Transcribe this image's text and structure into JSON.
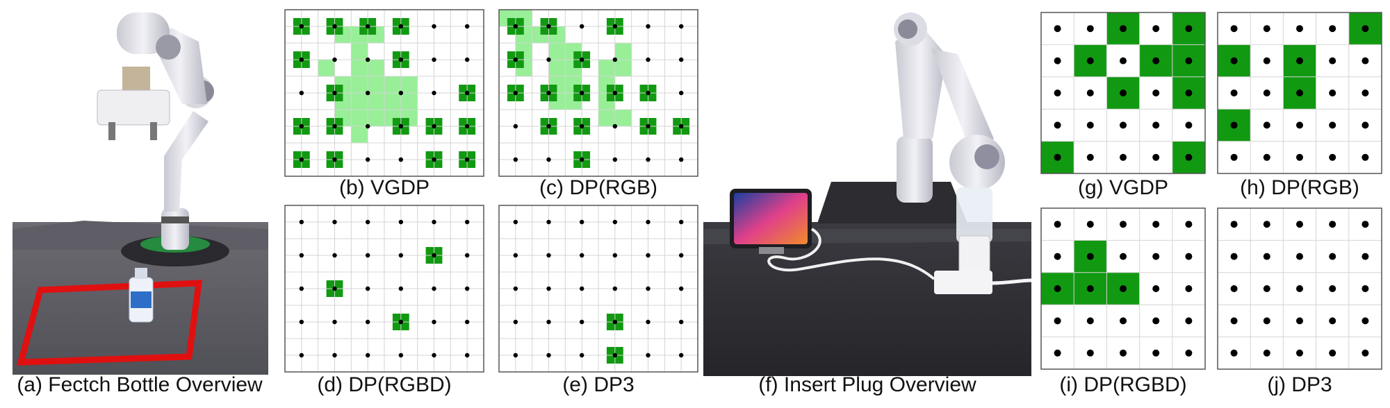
{
  "captions": {
    "a": "(a) Fectch Bottle Overview",
    "b": "(b) VGDP",
    "c": "(c) DP(RGB)",
    "d": "(d) DP(RGBD)",
    "e": "(e) DP3",
    "f": "(f) Insert Plug Overview",
    "g": "(g) VGDP",
    "h": "(h) DP(RGB)",
    "i": "(i) DP(RGBD)",
    "j": "(j) DP3"
  },
  "colors": {
    "success": "#129912",
    "trajectory": "#98ef98",
    "gridline": "#d4d4d4",
    "border": "#555555",
    "dot": "#000000",
    "workspace_box": "#e01010"
  },
  "fetch_grids": {
    "rows": 5,
    "cols": 6,
    "panels": [
      {
        "id": "b",
        "success": [
          [
            0,
            0
          ],
          [
            0,
            1
          ],
          [
            0,
            2
          ],
          [
            0,
            3
          ],
          [
            1,
            0
          ],
          [
            1,
            3
          ],
          [
            2,
            1
          ],
          [
            2,
            5
          ],
          [
            3,
            0
          ],
          [
            3,
            1
          ],
          [
            3,
            3
          ],
          [
            3,
            4
          ],
          [
            3,
            5
          ],
          [
            4,
            0
          ],
          [
            4,
            1
          ],
          [
            4,
            4
          ],
          [
            4,
            5
          ]
        ],
        "trajectory": [
          [
            1,
            3
          ],
          [
            1,
            4
          ],
          [
            1,
            5
          ],
          [
            2,
            4
          ],
          [
            3,
            2
          ],
          [
            3,
            4
          ],
          [
            3,
            5
          ],
          [
            4,
            3
          ],
          [
            4,
            4
          ],
          [
            4,
            5
          ],
          [
            4,
            6
          ],
          [
            4,
            7
          ],
          [
            5,
            3
          ],
          [
            5,
            4
          ],
          [
            5,
            5
          ],
          [
            5,
            6
          ],
          [
            5,
            7
          ],
          [
            6,
            3
          ],
          [
            6,
            4
          ],
          [
            6,
            5
          ],
          [
            6,
            6
          ],
          [
            6,
            7
          ],
          [
            7,
            4
          ]
        ]
      },
      {
        "id": "c",
        "success": [
          [
            0,
            0
          ],
          [
            0,
            1
          ],
          [
            0,
            3
          ],
          [
            1,
            0
          ],
          [
            1,
            2
          ],
          [
            2,
            0
          ],
          [
            2,
            1
          ],
          [
            2,
            2
          ],
          [
            2,
            3
          ],
          [
            2,
            4
          ],
          [
            3,
            1
          ],
          [
            3,
            2
          ],
          [
            3,
            4
          ],
          [
            3,
            5
          ],
          [
            4,
            2
          ]
        ],
        "trajectory": [
          [
            0,
            0
          ],
          [
            0,
            1
          ],
          [
            1,
            1
          ],
          [
            1,
            2
          ],
          [
            1,
            3
          ],
          [
            2,
            1
          ],
          [
            2,
            3
          ],
          [
            2,
            4
          ],
          [
            2,
            7
          ],
          [
            3,
            1
          ],
          [
            3,
            3
          ],
          [
            3,
            4
          ],
          [
            3,
            6
          ],
          [
            3,
            7
          ],
          [
            4,
            3
          ],
          [
            4,
            4
          ],
          [
            4,
            6
          ],
          [
            5,
            3
          ],
          [
            5,
            4
          ],
          [
            5,
            6
          ],
          [
            6,
            6
          ],
          [
            6,
            7
          ]
        ]
      },
      {
        "id": "d",
        "success": [
          [
            1,
            4
          ],
          [
            2,
            1
          ],
          [
            3,
            3
          ]
        ],
        "trajectory": []
      },
      {
        "id": "e",
        "success": [
          [
            3,
            3
          ],
          [
            4,
            3
          ]
        ],
        "trajectory": []
      }
    ]
  },
  "plug_grids": {
    "rows": 5,
    "cols": 5,
    "panels": [
      {
        "id": "g",
        "success": [
          [
            0,
            2
          ],
          [
            0,
            4
          ],
          [
            1,
            1
          ],
          [
            1,
            3
          ],
          [
            1,
            4
          ],
          [
            2,
            2
          ],
          [
            2,
            4
          ],
          [
            4,
            0
          ],
          [
            4,
            4
          ]
        ]
      },
      {
        "id": "h",
        "success": [
          [
            0,
            4
          ],
          [
            1,
            0
          ],
          [
            1,
            2
          ],
          [
            2,
            2
          ],
          [
            3,
            0
          ]
        ]
      },
      {
        "id": "i",
        "success": [
          [
            1,
            1
          ],
          [
            2,
            0
          ],
          [
            2,
            1
          ],
          [
            2,
            2
          ]
        ]
      },
      {
        "id": "j",
        "success": []
      }
    ]
  }
}
